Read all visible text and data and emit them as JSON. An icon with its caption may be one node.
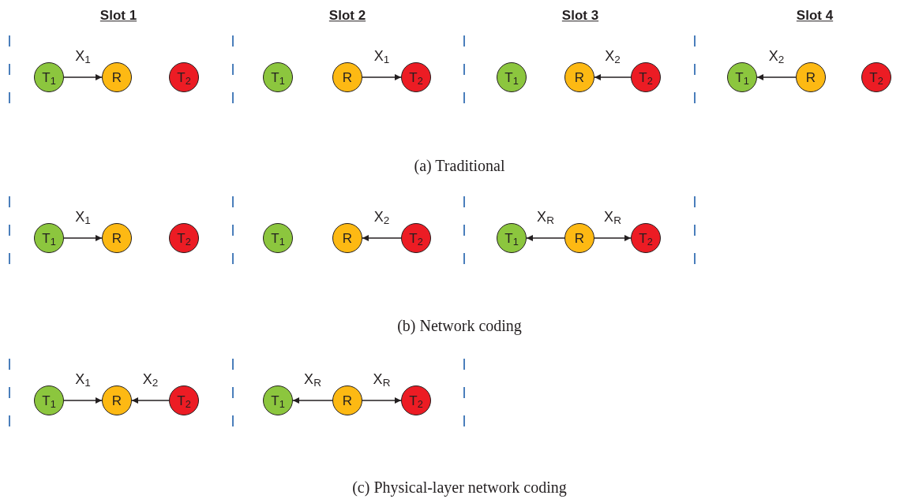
{
  "diagram": {
    "nodes": [
      {
        "text": [
          "T$_{1}$"
        ]
      },
      {
        "text": [
          "R"
        ]
      },
      {
        "text": [
          "T$_{2}$"
        ]
      },
      {
        "text": [
          "T$_{1}$"
        ]
      },
      {
        "text": [
          "R"
        ]
      },
      {
        "text": [
          "T$_{2}$"
        ]
      },
      {
        "text": [
          "T$_{1}$"
        ]
      },
      {
        "text": [
          "R"
        ]
      },
      {
        "text": [
          "T$_{2}$"
        ]
      },
      {
        "text": [
          "T$_{1}$"
        ]
      },
      {
        "text": [
          "R"
        ]
      },
      {
        "text": [
          "T$_{2}$"
        ]
      },
      {
        "text": [
          "T$_{1}$"
        ]
      },
      {
        "text": [
          "R"
        ]
      },
      {
        "text": [
          "T$_{2}$"
        ]
      },
      {
        "text": [
          "T$_{1}$"
        ]
      },
      {
        "text": [
          "R"
        ]
      },
      {
        "text": [
          "T$_{2}$"
        ]
      },
      {
        "text": [
          "T$_{1}$"
        ]
      },
      {
        "text": [
          "R"
        ]
      },
      {
        "text": [
          "T$_{2}$"
        ]
      },
      {
        "text": [
          "T$_{1}$"
        ]
      },
      {
        "text": [
          "R"
        ]
      },
      {
        "text": [
          "T$_{2}$"
        ]
      },
      {
        "text": [
          "T$_{1}$"
        ]
      },
      {
        "text": [
          "R"
        ]
      },
      {
        "text": [
          "T$_{2}$"
        ]
      }
    ],
    "edges": [
      {
        "from": 0,
        "to": 1,
        "arrow": "to",
        "label": "X$_{1}$"
      },
      {
        "from": 4,
        "to": 5,
        "arrow": "to",
        "label": "X$_{1}$"
      },
      {
        "from": 8,
        "to": 7,
        "arrow": "to",
        "label": "X$_{2}$"
      },
      {
        "from": 10,
        "to": 9,
        "arrow": "to",
        "label": "X$_{2}$"
      },
      {
        "from": 12,
        "to": 13,
        "arrow": "to",
        "label": "X$_{1}$"
      },
      {
        "from": 17,
        "to": 16,
        "arrow": "to",
        "label": "X$_{2}$"
      },
      {
        "from": 19,
        "to": 18,
        "arrow": "to",
        "label": "X$_{R}$"
      },
      {
        "from": 19,
        "to": 20,
        "arrow": "to",
        "label": "X$_{R}$"
      },
      {
        "from": 21,
        "to": 22,
        "arrow": "to",
        "label": "X$_{1}$"
      },
      {
        "from": 23,
        "to": 22,
        "arrow": "to",
        "label": "X$_{2}$"
      },
      {
        "from": 25,
        "to": 24,
        "arrow": "to",
        "label": "X$_{R}$"
      },
      {
        "from": 25,
        "to": 26,
        "arrow": "to",
        "label": "X$_{R}$"
      }
    ],
    "labels": [
      "Slot 1",
      "Slot 2",
      "Slot 3",
      "Slot 4",
      "(a) Traditional",
      "(b) Network coding",
      "(c) Physical-layer network coding"
    ]
  }
}
